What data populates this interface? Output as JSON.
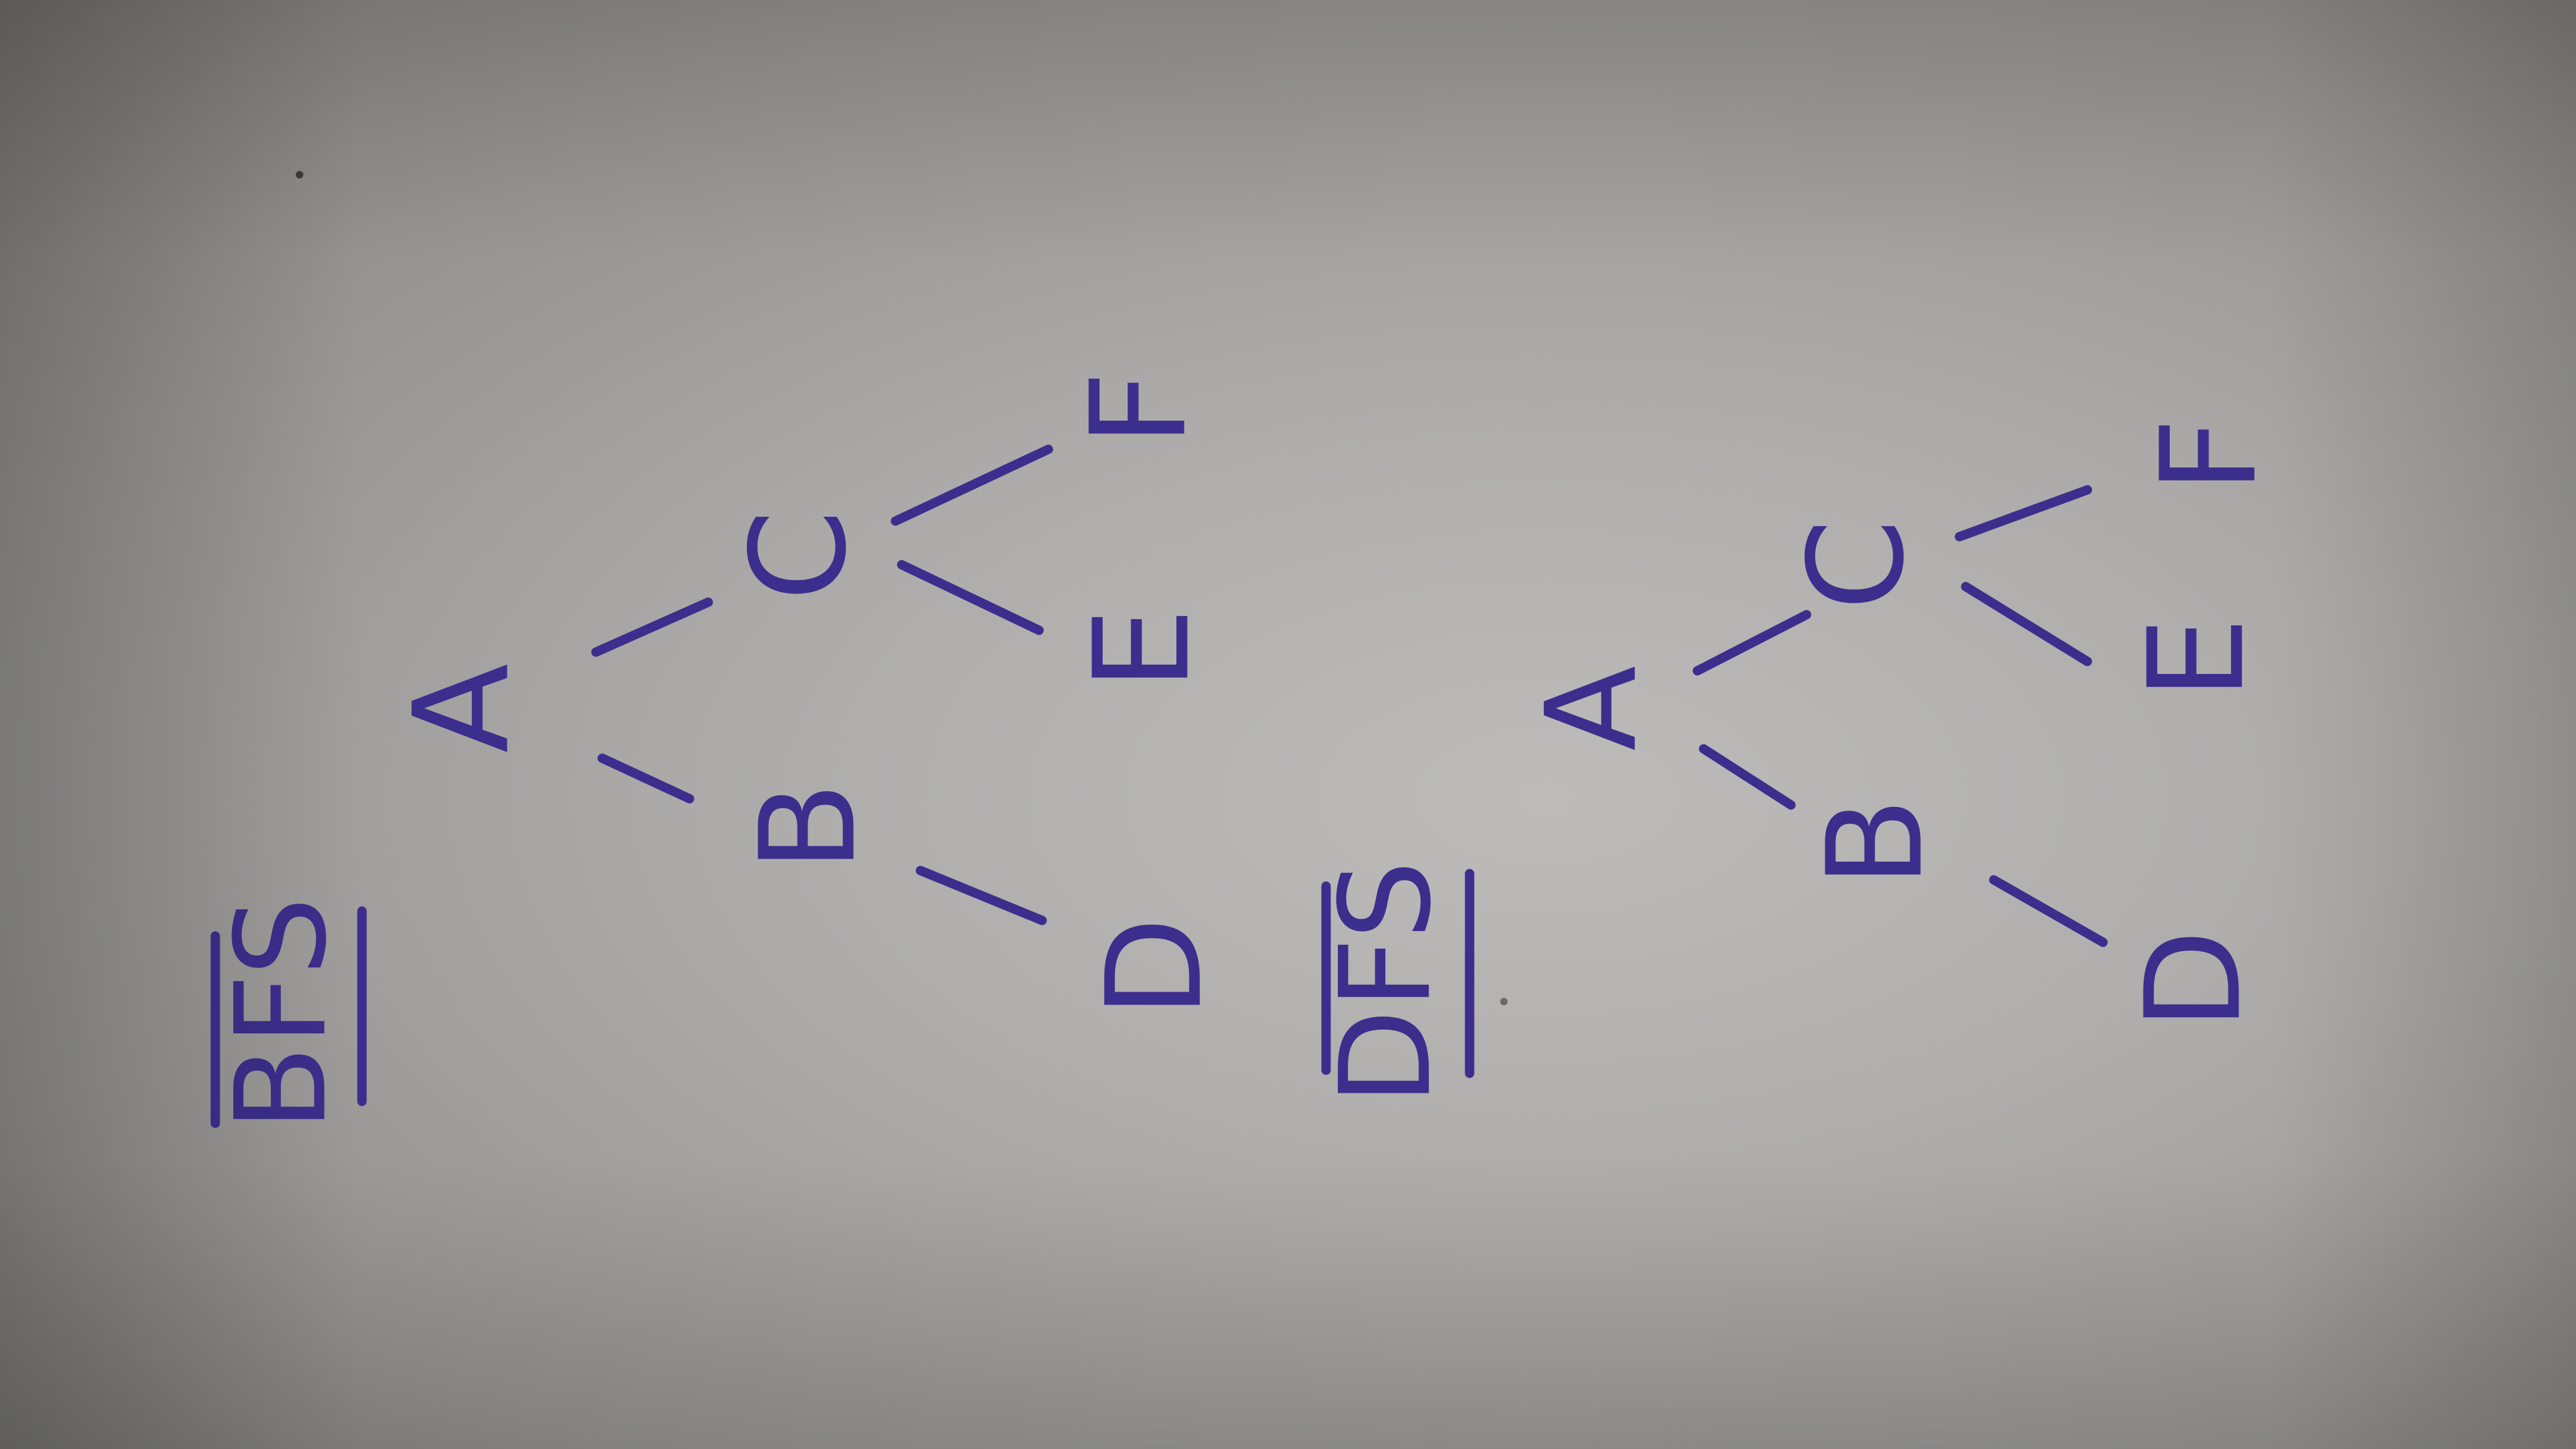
{
  "diagrams": [
    {
      "title": "BFS",
      "nodes": {
        "A": "A",
        "B": "B",
        "C": "C",
        "D": "D",
        "E": "E",
        "F": "F"
      }
    },
    {
      "title": "DFS",
      "nodes": {
        "A": "A",
        "B": "B",
        "C": "C",
        "D": "D",
        "E": "E",
        "F": "F"
      }
    }
  ],
  "colors": {
    "ink": "#3c2e8c",
    "paper": "#b4b3b2"
  }
}
